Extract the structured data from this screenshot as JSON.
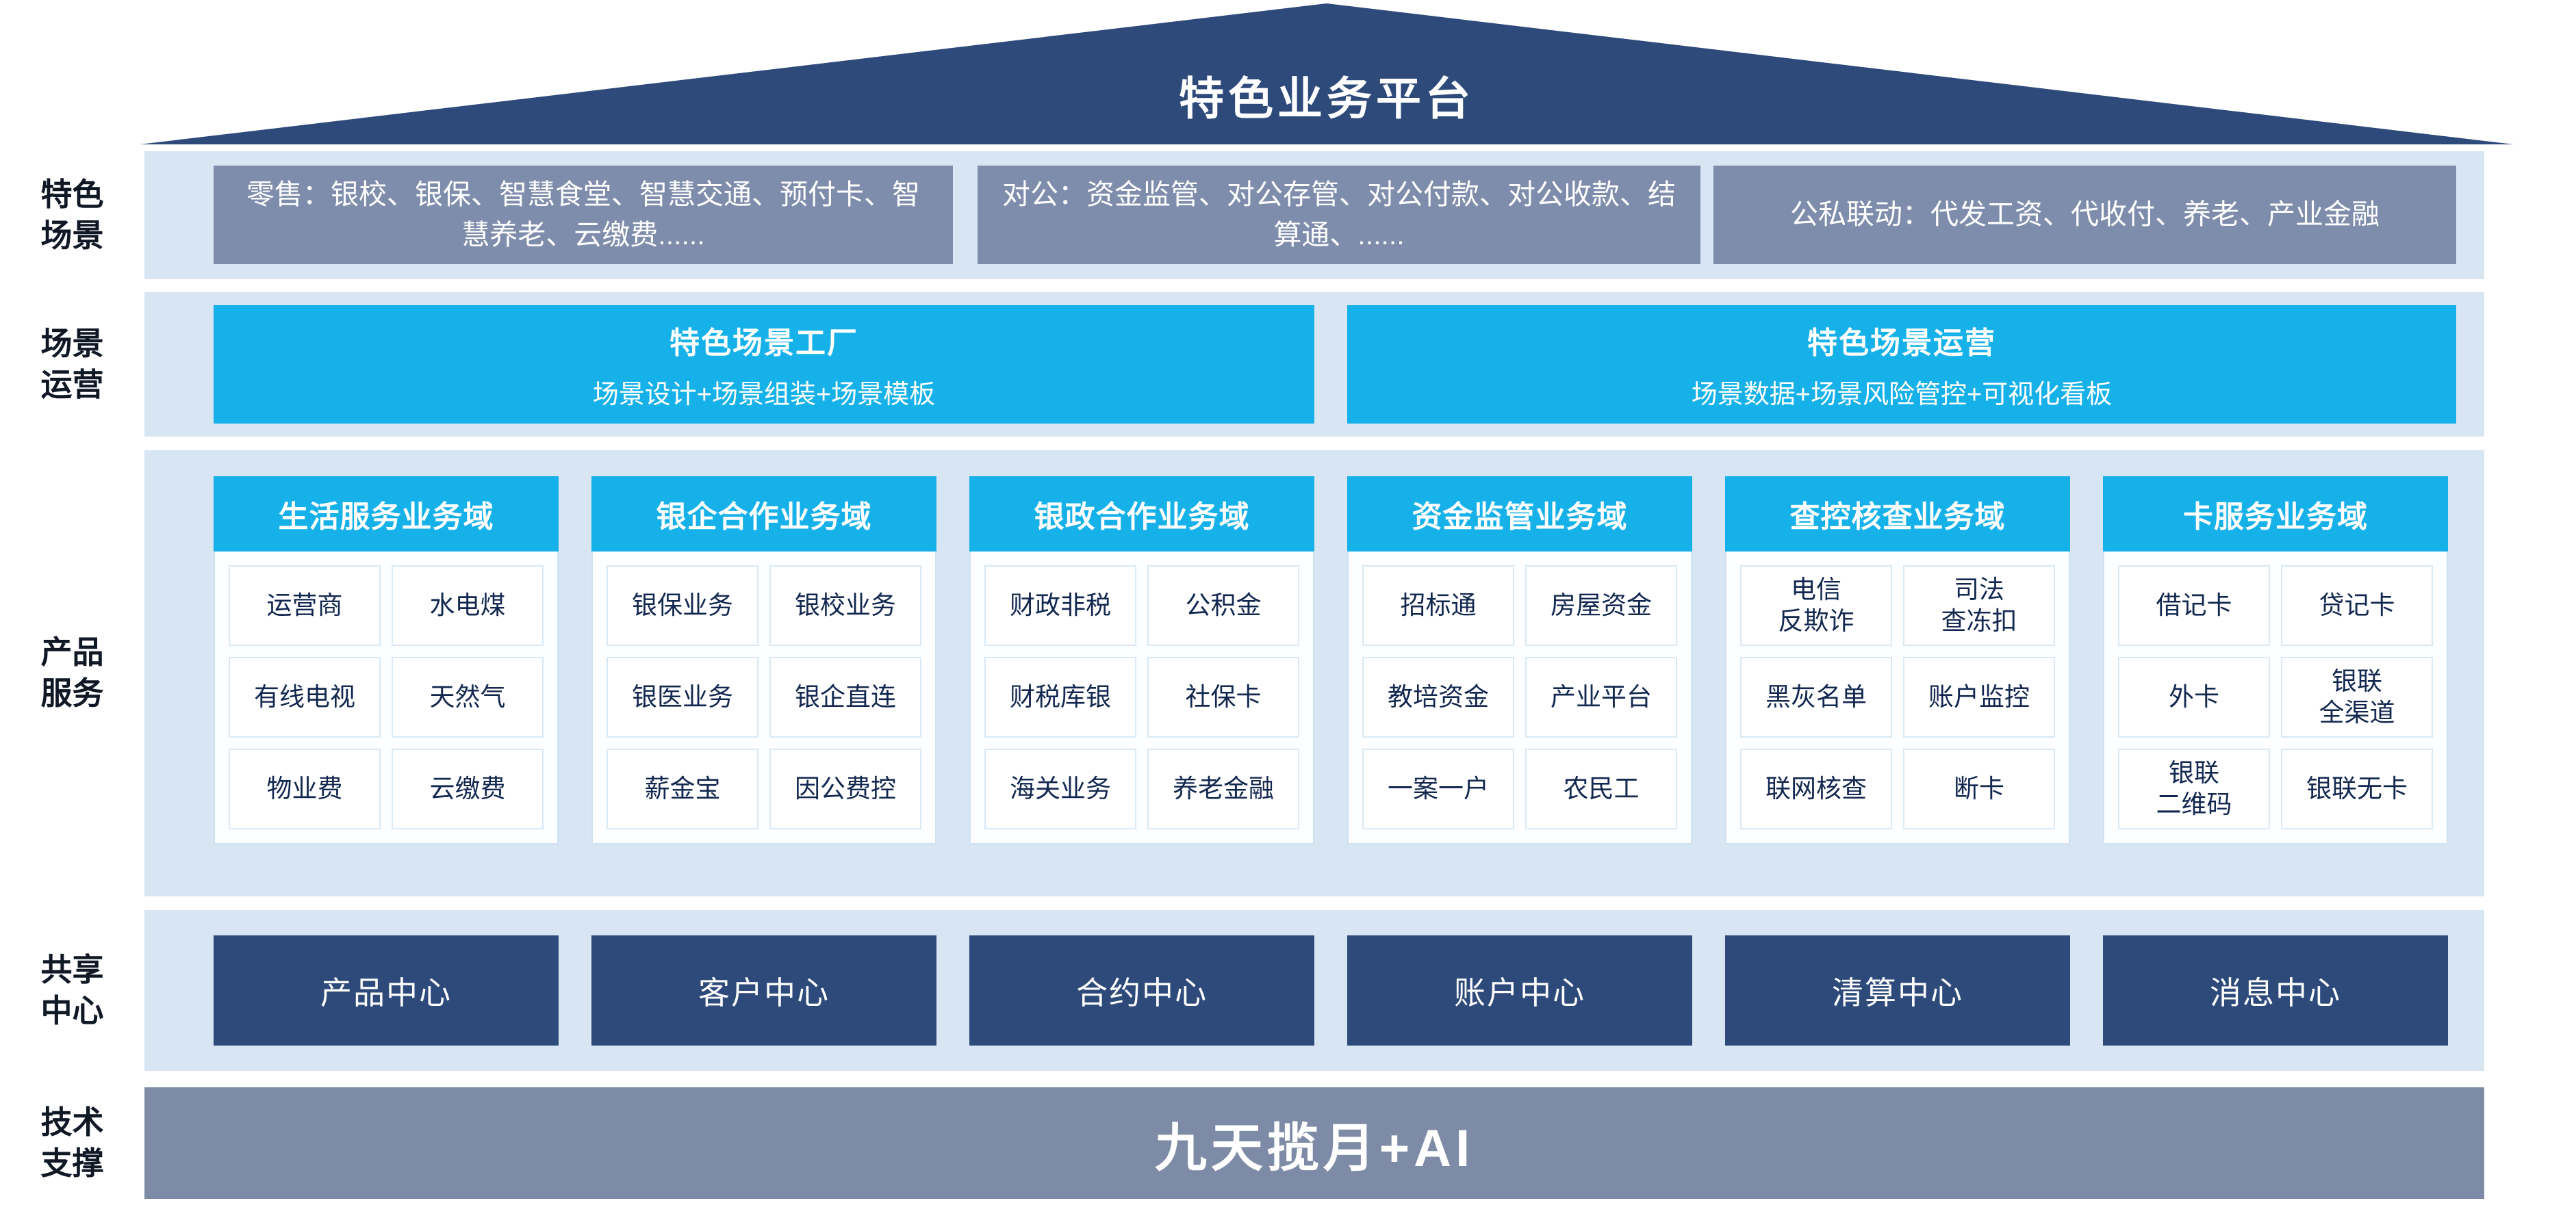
{
  "roof": {
    "title": "特色业务平台"
  },
  "left_labels": [
    "特色\n场景",
    "场景\n运营",
    "产品\n服务",
    "共享\n中心",
    "技术\n支撑"
  ],
  "scenarios": {
    "items": [
      "零售：银校、银保、智慧食堂、智慧交通、预付卡、智慧养老、云缴费......",
      "对公：资金监管、对公存管、对公付款、对公收款、结算通、......",
      "公私联动：代发工资、代收付、养老、产业金融"
    ]
  },
  "operations": {
    "factory": {
      "title": "特色场景工厂",
      "subtitle": "场景设计+场景组装+场景模板"
    },
    "ops": {
      "title": "特色场景运营",
      "subtitle": "场景数据+场景风险管控+可视化看板"
    }
  },
  "products": {
    "columns": [
      {
        "header": "生活服务业务域",
        "cells": [
          "运营商",
          "水电煤",
          "有线电视",
          "天然气",
          "物业费",
          "云缴费"
        ]
      },
      {
        "header": "银企合作业务域",
        "cells": [
          "银保业务",
          "银校业务",
          "银医业务",
          "银企直连",
          "薪金宝",
          "因公费控"
        ]
      },
      {
        "header": "银政合作业务域",
        "cells": [
          "财政非税",
          "公积金",
          "财税库银",
          "社保卡",
          "海关业务",
          "养老金融"
        ]
      },
      {
        "header": "资金监管业务域",
        "cells": [
          "招标通",
          "房屋资金",
          "教培资金",
          "产业平台",
          "一案一户",
          "农民工"
        ]
      },
      {
        "header": "查控核查业务域",
        "cells": [
          "电信\n反欺诈",
          "司法\n查冻扣",
          "黑灰名单",
          "账户监控",
          "联网核查",
          "断卡"
        ]
      },
      {
        "header": "卡服务业务域",
        "cells": [
          "借记卡",
          "贷记卡",
          "外卡",
          "银联\n全渠道",
          "银联\n二维码",
          "银联无卡"
        ]
      }
    ]
  },
  "shared_centers": [
    "产品中心",
    "客户中心",
    "合约中心",
    "账户中心",
    "清算中心",
    "消息中心"
  ],
  "tech_support": {
    "title": "九天揽月+AI"
  },
  "colors": {
    "navy": "#2d4a7a",
    "cyan": "#16b1e8",
    "slate_gray": "#7e8dab",
    "band_blue": "#d8e5f3",
    "tech_bar_gray": "#7e8ba6"
  }
}
